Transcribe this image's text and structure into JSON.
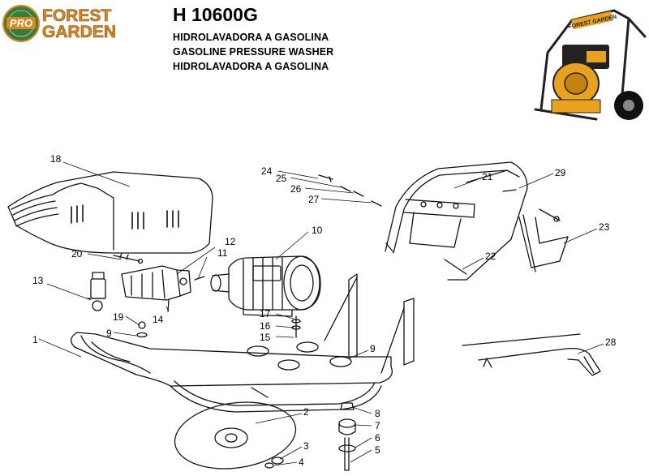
{
  "brand": {
    "badge": "PRO",
    "line1": "FOREST",
    "line2": "GARDEN",
    "seal_text": "FOREST GARDEN",
    "primary_color": "#d98a1f",
    "accent_color": "#3a7a3a"
  },
  "header": {
    "model": "H 10600G",
    "subtitle_lines": [
      "HIDROLAVADORA A GASOLINA",
      "GASOLINE PRESSURE WASHER",
      "HIDROLAVADORA A GASOLINA"
    ]
  },
  "photo": {
    "brand_text": "FOREST GARDEN",
    "frame_color": "#222222",
    "engine_color": "#e8a21e"
  },
  "diagram": {
    "part_numbers": [
      "1",
      "2",
      "3",
      "4",
      "5",
      "6",
      "7",
      "8",
      "9",
      "9",
      "10",
      "11",
      "12",
      "13",
      "14",
      "15",
      "16",
      "17",
      "18",
      "19",
      "20",
      "21",
      "22",
      "23",
      "24",
      "25",
      "26",
      "27",
      "28",
      "29"
    ]
  }
}
